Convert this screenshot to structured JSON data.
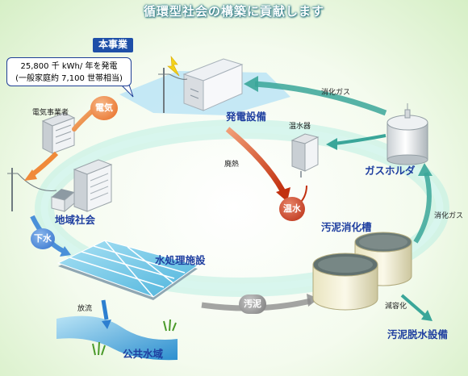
{
  "title": "循環型社会の構築に貢献します",
  "badge": "本事業",
  "callout": {
    "line1": "25,800 千 kWh/ 年を発電",
    "line2": "(一般家庭約 7,100 世帯相当)"
  },
  "labels": {
    "electric_company": "電気事業者",
    "electricity": "電気",
    "community": "地域社会",
    "sewage": "下水",
    "water_treatment": "水処理施設",
    "discharge": "放流",
    "public_water": "公共水域",
    "sludge": "汚泥",
    "power_generation": "発電設備",
    "digestion_gas_top": "消化ガス",
    "water_heater": "温水器",
    "waste_heat": "廃熱",
    "gas_holder": "ガスホルダ",
    "hot_water": "温水",
    "digestion_tank": "汚泥消化槽",
    "digestion_gas_right": "消化ガス",
    "volume_reduction": "減容化",
    "dewatering": "汚泥脱水設備"
  }
}
